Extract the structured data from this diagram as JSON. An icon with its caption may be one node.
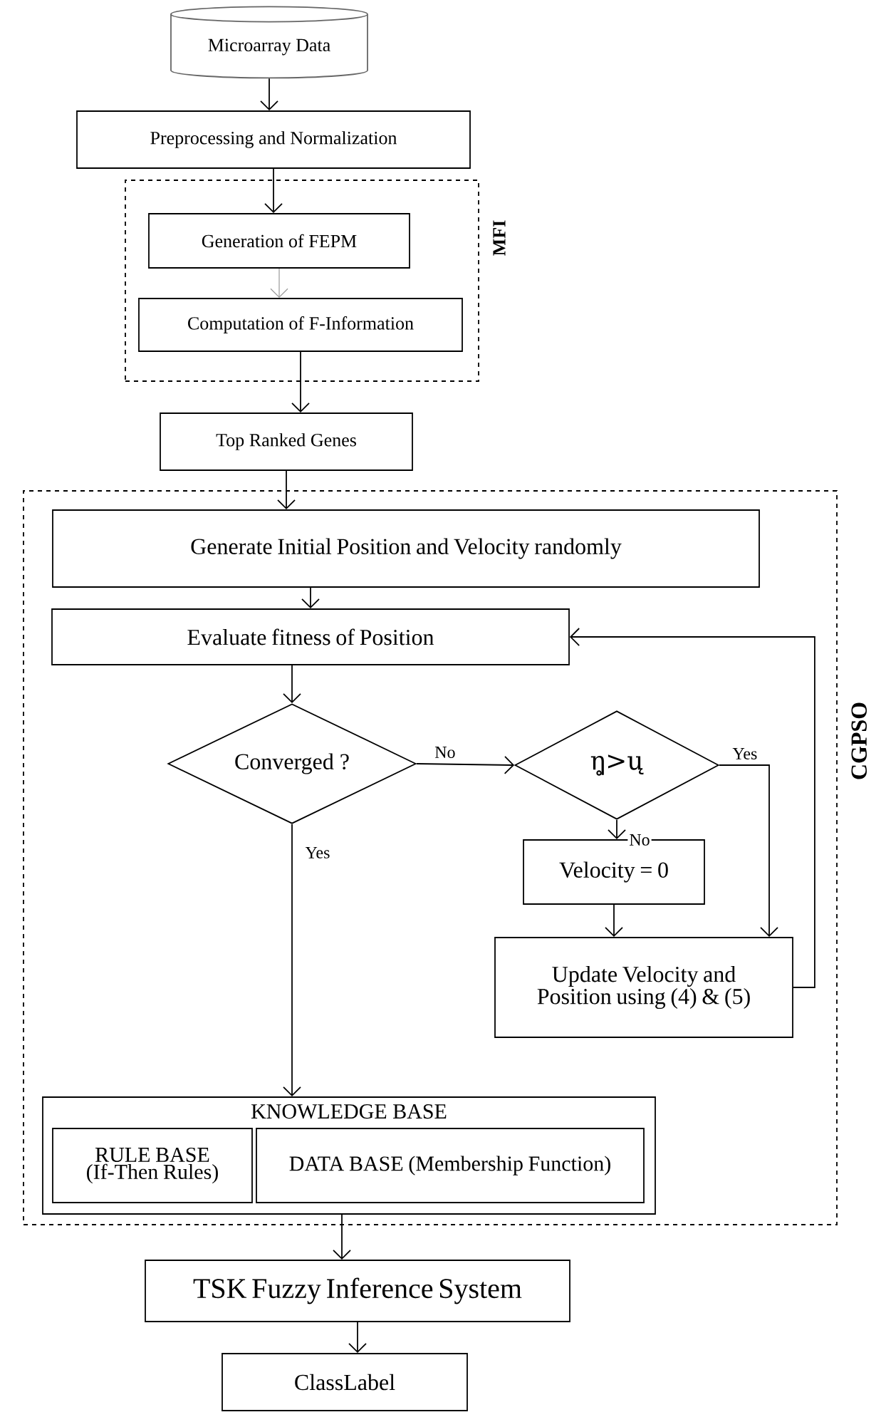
{
  "diagram": {
    "nodes": [
      {
        "text": [
          "Microarray Data"
        ]
      },
      {
        "text": [
          "Preprocessing and Normalization"
        ]
      },
      {
        "text": [
          "MFI"
        ]
      },
      {
        "text": [
          "Generation of FEPM"
        ],
        "in": 2
      },
      {
        "text": [
          "Computation of F-Information"
        ],
        "in": 2
      },
      {
        "text": [
          "Top Ranked Genes"
        ]
      },
      {
        "text": [
          "CGPSO"
        ]
      },
      {
        "text": [
          "Generate Initial Position and Velocity randomly"
        ],
        "in": 6
      },
      {
        "text": [
          "Evaluate fitness of Position"
        ],
        "in": 6
      },
      {
        "text": [
          "Converged ?"
        ],
        "in": 6
      },
      {
        "text": [
          "η̥>ų"
        ],
        "in": 6
      },
      {
        "text": [
          "Velocity = 0"
        ],
        "in": 6
      },
      {
        "text": [
          "Update Velocity and Position using (4) & (5)"
        ],
        "in": 6
      },
      {
        "text": [
          "KNOWLEDGE BASE"
        ],
        "in": 6
      },
      {
        "text": [
          "RULE BASE (If-Then Rules)"
        ],
        "in": 13
      },
      {
        "text": [
          "DATA BASE (Membership Function)"
        ],
        "in": 13
      },
      {
        "text": [
          "TSK Fuzzy Inference System"
        ]
      },
      {
        "text": [
          "ClassLabel"
        ]
      }
    ],
    "edges": [
      {
        "from": 0,
        "to": 1,
        "arrow": "to"
      },
      {
        "from": 1,
        "to": 3,
        "arrow": "to"
      },
      {
        "from": 3,
        "to": 4,
        "arrow": "to",
        "color": "#999999"
      },
      {
        "from": 4,
        "to": 5,
        "arrow": "to"
      },
      {
        "from": 5,
        "to": 7,
        "arrow": "to"
      },
      {
        "from": 7,
        "to": 8,
        "arrow": "to"
      },
      {
        "from": 8,
        "to": 9,
        "arrow": "to"
      },
      {
        "from": 9,
        "to": 10,
        "arrow": "to",
        "label": "No"
      },
      {
        "from": 10,
        "to": 11,
        "arrow": "to",
        "label": "No"
      },
      {
        "from": 10,
        "to": 12,
        "arrow": "to",
        "label": "Yes"
      },
      {
        "from": 11,
        "to": 12,
        "arrow": "to"
      },
      {
        "from": 12,
        "to": 8,
        "arrow": "to"
      },
      {
        "from": 9,
        "to": 13,
        "arrow": "to",
        "label": "Yes"
      },
      {
        "from": 13,
        "to": 16,
        "arrow": "to"
      },
      {
        "from": 16,
        "to": 17,
        "arrow": "to"
      }
    ]
  }
}
